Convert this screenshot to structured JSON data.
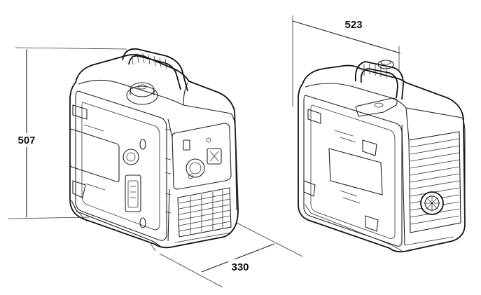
{
  "dimensions": {
    "height": "507",
    "depth": "330",
    "width": "523"
  }
}
